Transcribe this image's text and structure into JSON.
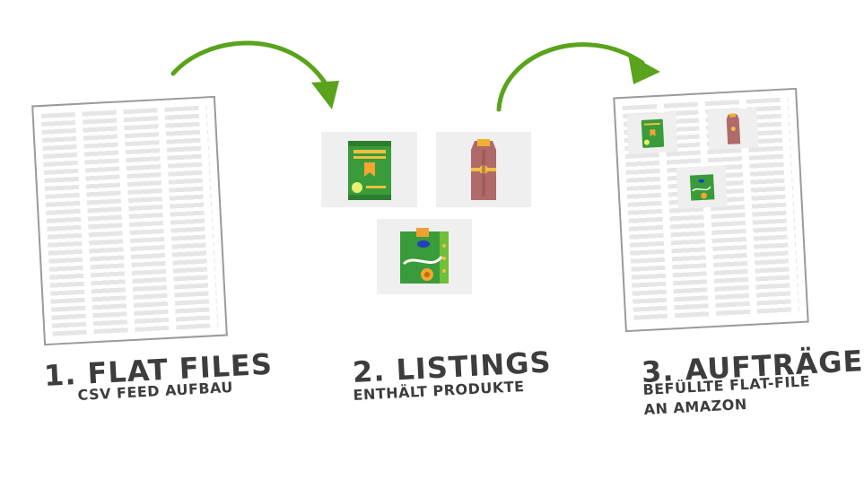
{
  "steps": [
    {
      "title": "1. FLAT FILES",
      "subtitle_lines": [
        "CSV FEED AUFBAU"
      ]
    },
    {
      "title": "2. LISTINGS",
      "subtitle_lines": [
        "ENTHÄLT PRODUKTE"
      ]
    },
    {
      "title": "3. AUFTRÄGE",
      "subtitle_lines": [
        "BEFÜLLTE FLAT-FILE",
        "AN AMAZON"
      ]
    }
  ],
  "colors": {
    "arrow": "#5aa31c",
    "text": "#3d3d3d",
    "document_border": "#9a9a9a",
    "tile_background": "#efefef"
  },
  "icons": [
    "flat-file-document-icon",
    "snack-bag-product-icon",
    "coffee-bag-product-icon",
    "juice-box-product-icon",
    "filled-flat-file-document-icon",
    "curved-arrow-icon"
  ]
}
